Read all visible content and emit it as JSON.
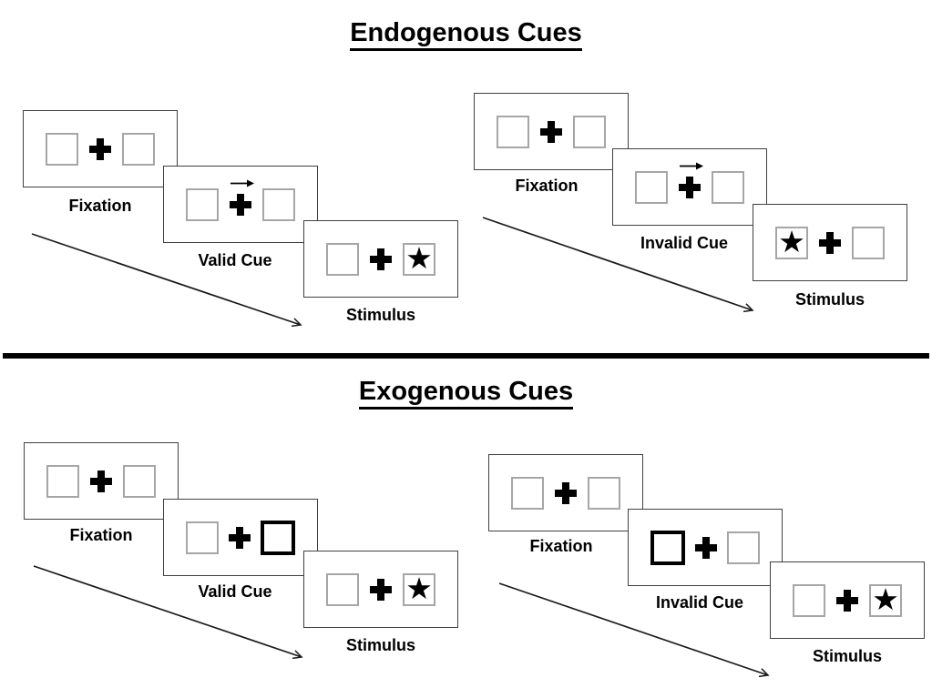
{
  "diagram": "Posner spatial cueing task",
  "colors": {
    "background": "#ffffff",
    "card_border": "#404040",
    "square_border": "#a6a6a6",
    "bold_square_border": "#000000",
    "text": "#000000",
    "divider": "#000000"
  },
  "icons": {
    "fixation_cross": "plus-cross",
    "cue_arrow": "right-arrow",
    "stimulus": "star",
    "sequence": "diagonal-arrow-down-right"
  },
  "sections": [
    {
      "title": "Endogenous Cues",
      "panels": [
        {
          "name": "valid",
          "steps": [
            {
              "label": "Fixation",
              "left_glyph": "",
              "right_glyph": "",
              "cue_arrow": false,
              "bold_left": false,
              "bold_right": false
            },
            {
              "label": "Valid Cue",
              "left_glyph": "",
              "right_glyph": "",
              "cue_arrow": true,
              "bold_left": false,
              "bold_right": false
            },
            {
              "label": "Stimulus",
              "left_glyph": "",
              "right_glyph": "★",
              "cue_arrow": false,
              "bold_left": false,
              "bold_right": false
            }
          ]
        },
        {
          "name": "invalid",
          "steps": [
            {
              "label": "Fixation",
              "left_glyph": "",
              "right_glyph": "",
              "cue_arrow": false,
              "bold_left": false,
              "bold_right": false
            },
            {
              "label": "Invalid Cue",
              "left_glyph": "",
              "right_glyph": "",
              "cue_arrow": true,
              "bold_left": false,
              "bold_right": false
            },
            {
              "label": "Stimulus",
              "left_glyph": "★",
              "right_glyph": "",
              "cue_arrow": false,
              "bold_left": false,
              "bold_right": false
            }
          ]
        }
      ]
    },
    {
      "title": "Exogenous Cues",
      "panels": [
        {
          "name": "valid",
          "steps": [
            {
              "label": "Fixation",
              "left_glyph": "",
              "right_glyph": "",
              "cue_arrow": false,
              "bold_left": false,
              "bold_right": false
            },
            {
              "label": "Valid Cue",
              "left_glyph": "",
              "right_glyph": "",
              "cue_arrow": false,
              "bold_left": false,
              "bold_right": true
            },
            {
              "label": "Stimulus",
              "left_glyph": "",
              "right_glyph": "★",
              "cue_arrow": false,
              "bold_left": false,
              "bold_right": false
            }
          ]
        },
        {
          "name": "invalid",
          "steps": [
            {
              "label": "Fixation",
              "left_glyph": "",
              "right_glyph": "",
              "cue_arrow": false,
              "bold_left": false,
              "bold_right": false
            },
            {
              "label": "Invalid Cue",
              "left_glyph": "",
              "right_glyph": "",
              "cue_arrow": false,
              "bold_left": true,
              "bold_right": false
            },
            {
              "label": "Stimulus",
              "left_glyph": "",
              "right_glyph": "★",
              "cue_arrow": false,
              "bold_left": false,
              "bold_right": false
            }
          ]
        }
      ]
    }
  ]
}
